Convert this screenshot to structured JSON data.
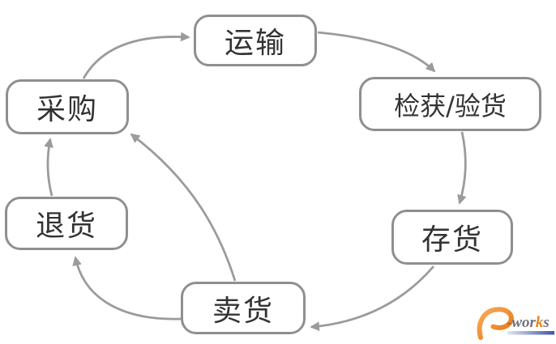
{
  "diagram": {
    "type": "cycle-flowchart",
    "nodes": [
      {
        "id": "transport",
        "label": "运输"
      },
      {
        "id": "receive-inspect",
        "label": "检获/验货"
      },
      {
        "id": "store",
        "label": "存货"
      },
      {
        "id": "sell",
        "label": "卖货"
      },
      {
        "id": "return",
        "label": "退货"
      },
      {
        "id": "purchase",
        "label": "采购"
      }
    ],
    "edges": [
      {
        "from": "purchase",
        "to": "transport"
      },
      {
        "from": "transport",
        "to": "receive-inspect"
      },
      {
        "from": "receive-inspect",
        "to": "store"
      },
      {
        "from": "store",
        "to": "sell"
      },
      {
        "from": "sell",
        "to": "return"
      },
      {
        "from": "return",
        "to": "purchase"
      },
      {
        "from": "sell",
        "to": "purchase"
      }
    ],
    "style": {
      "node_border_color": "#8f8f8f",
      "node_fill": "#ffffff",
      "text_color": "#333333",
      "arrow_color": "#9b9b9f",
      "background": "#ffffff"
    }
  },
  "watermark": {
    "brand": "e-works",
    "prefix": "-wor",
    "highlight": "k",
    "suffix": "s",
    "colors": {
      "swoosh_orange": "#ee7c14",
      "text_gray": "#72727e",
      "bar_blue": "#3c55a4"
    }
  }
}
